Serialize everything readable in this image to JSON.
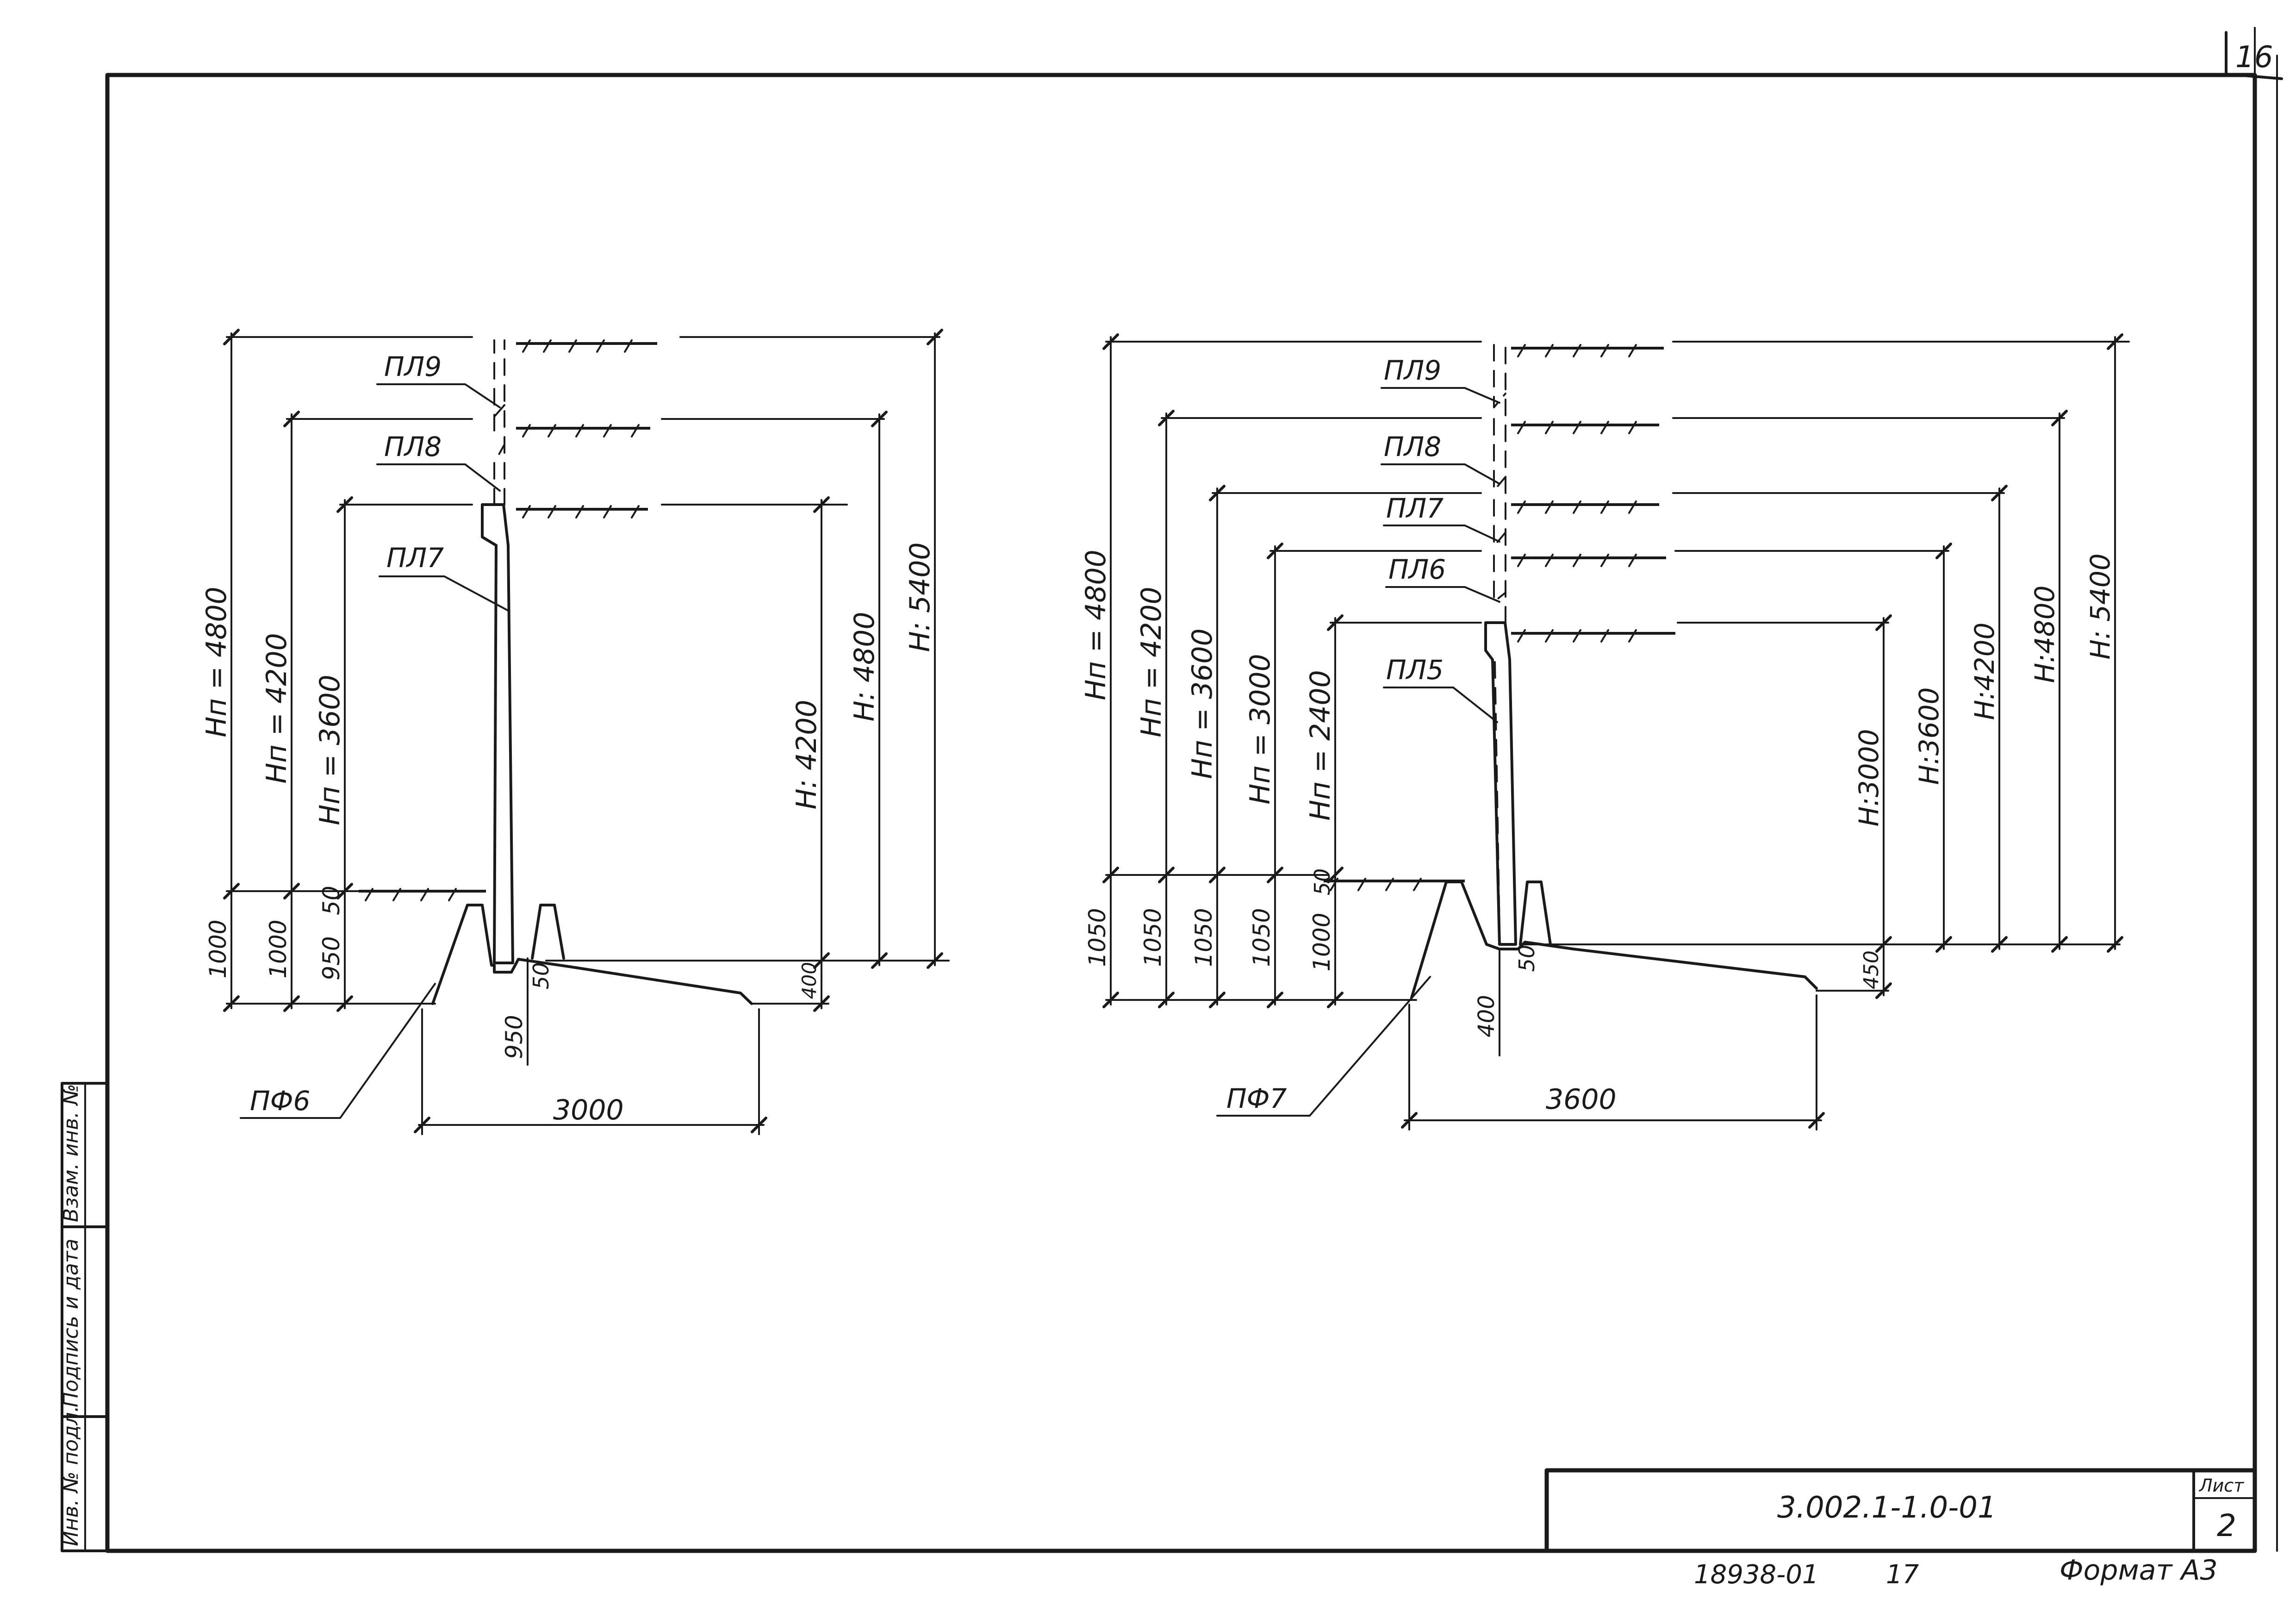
{
  "sheet_corner_number": "16",
  "left_section": {
    "panels": [
      "ПЛ9",
      "ПЛ8",
      "ПЛ7"
    ],
    "foundation": "ПФ6",
    "hn_dims": [
      "Нп = 4800",
      "Нп = 4200",
      "Нп = 3600"
    ],
    "h_dims": [
      "Н: 4200",
      "Н: 4800",
      "Н: 5400"
    ],
    "bottom_dims": [
      "1000",
      "1000",
      "950",
      "50"
    ],
    "base_dims": [
      "950",
      "50",
      "400"
    ],
    "width_dim": "3000"
  },
  "right_section": {
    "panels": [
      "ПЛ9",
      "ПЛ8",
      "ПЛ7",
      "ПЛ6",
      "ПЛ5"
    ],
    "foundation": "ПФ7",
    "hn_dims": [
      "Нп = 4800",
      "Нп = 4200",
      "Нп = 3600",
      "Нп = 3000",
      "Нп = 2400"
    ],
    "h_dims": [
      "Н:3000",
      "Н:3600",
      "Н:4200",
      "Н:4800",
      "Н: 5400"
    ],
    "bottom_dims": [
      "1050",
      "1050",
      "1050",
      "1050",
      "1000",
      "50"
    ],
    "base_dims": [
      "400",
      "50",
      "450"
    ],
    "width_dim": "3600"
  },
  "side_stamp": [
    "Инв. № подл.",
    "Подпись и дата",
    "Взам. инв. №"
  ],
  "title_block": {
    "designation": "3.002.1-1.0-01",
    "sheet_label": "Лист",
    "sheet_number": "2"
  },
  "footer": {
    "archive_number": "18938-01",
    "page_number": "17",
    "format": "Формат А3"
  }
}
